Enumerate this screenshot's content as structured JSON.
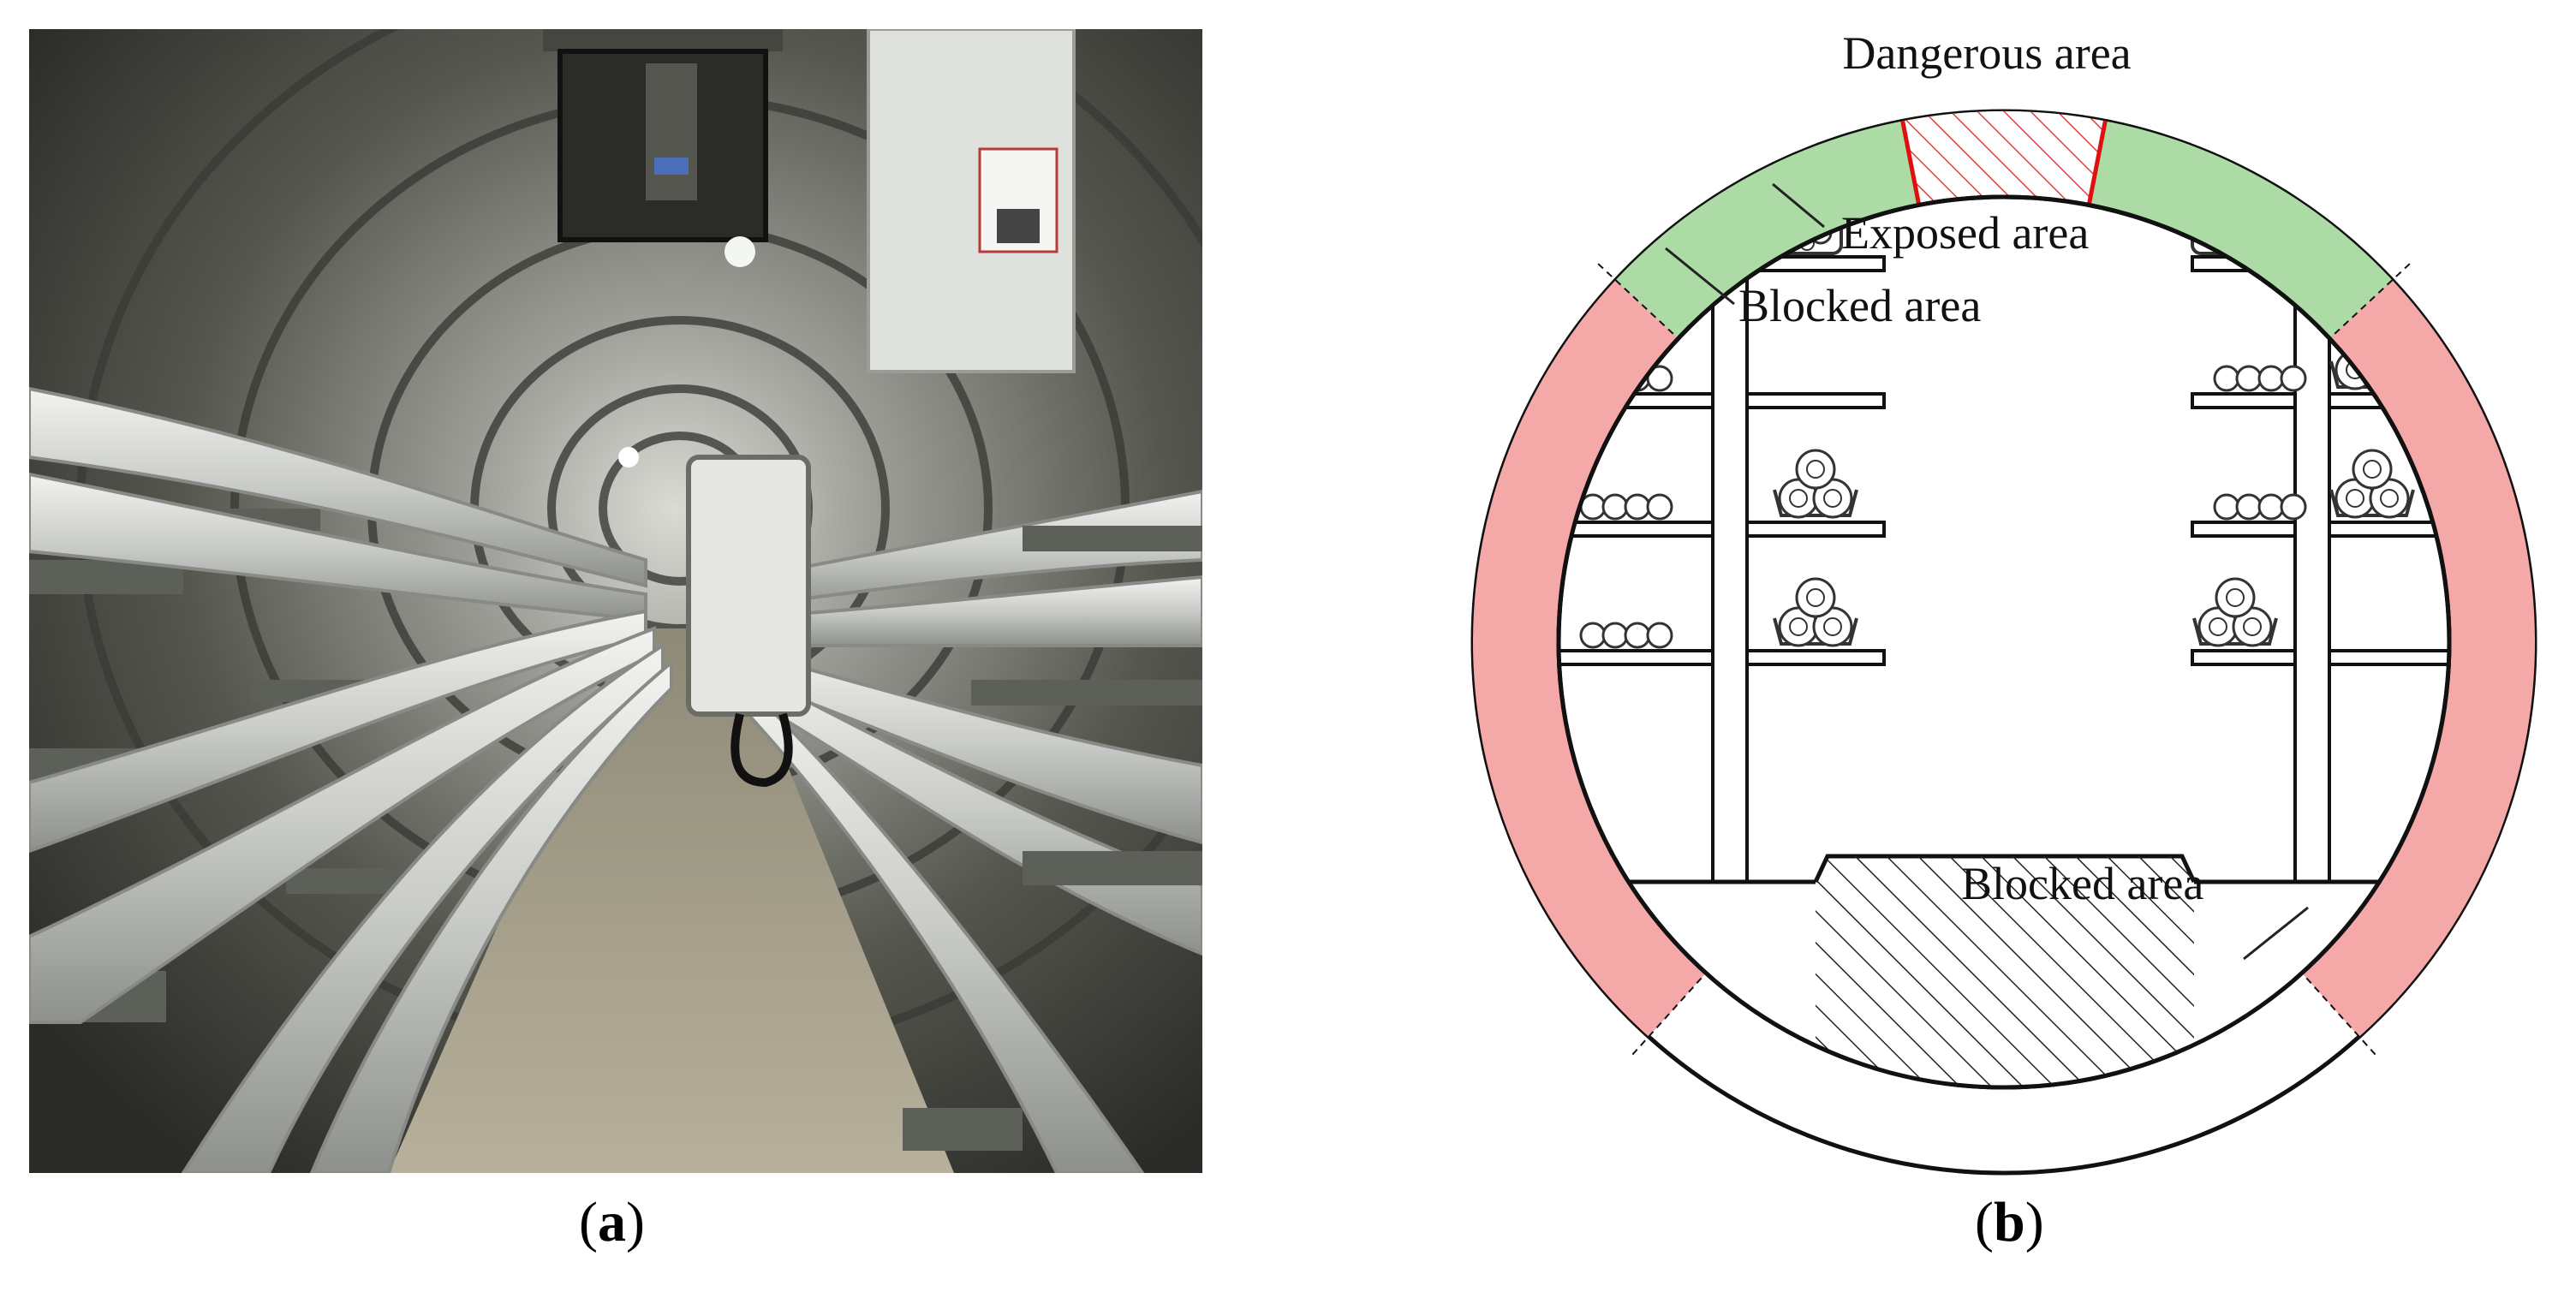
{
  "panel_a": {
    "caption_open": "(",
    "caption_letter": "a",
    "caption_close": ")"
  },
  "panel_b": {
    "caption_open": "(",
    "caption_letter": "b",
    "caption_close": ")",
    "labels": {
      "dangerous": "Dangerous area",
      "exposed": "Exposed area",
      "blocked_upper": "Blocked area",
      "blocked_lower": "Blocked area"
    },
    "colors": {
      "exposed": "#acdba6",
      "blocked": "#f5a8a8",
      "dangerous_hatch": "#e04040",
      "dangerous_border": "#e01010",
      "outline": "#111111"
    }
  }
}
